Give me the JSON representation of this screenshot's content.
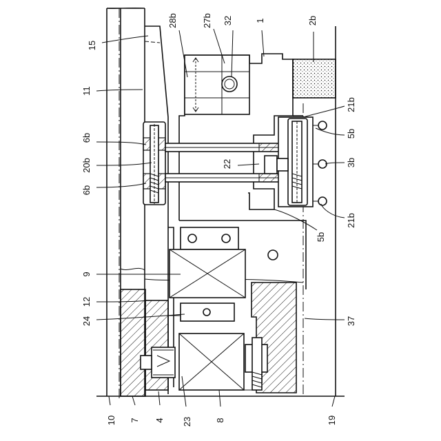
{
  "labels": {
    "l15": "15",
    "l28b": "28b",
    "l27b": "27b",
    "l32": "32",
    "l1": "1",
    "l2b": "2b",
    "l11": "11",
    "l21b_top": "21b",
    "l6b_top": "6b",
    "l5b_right": "5b",
    "l20b": "20b",
    "l22": "22",
    "l3b": "3b",
    "l6b_bottom": "6b",
    "l21b_bottom": "21b",
    "l5b_lower": "5b",
    "l9": "9",
    "l12": "12",
    "l24": "24",
    "l37": "37",
    "l10": "10",
    "l7": "7",
    "l4": "4",
    "l23": "23",
    "l8": "8",
    "l19": "19"
  }
}
